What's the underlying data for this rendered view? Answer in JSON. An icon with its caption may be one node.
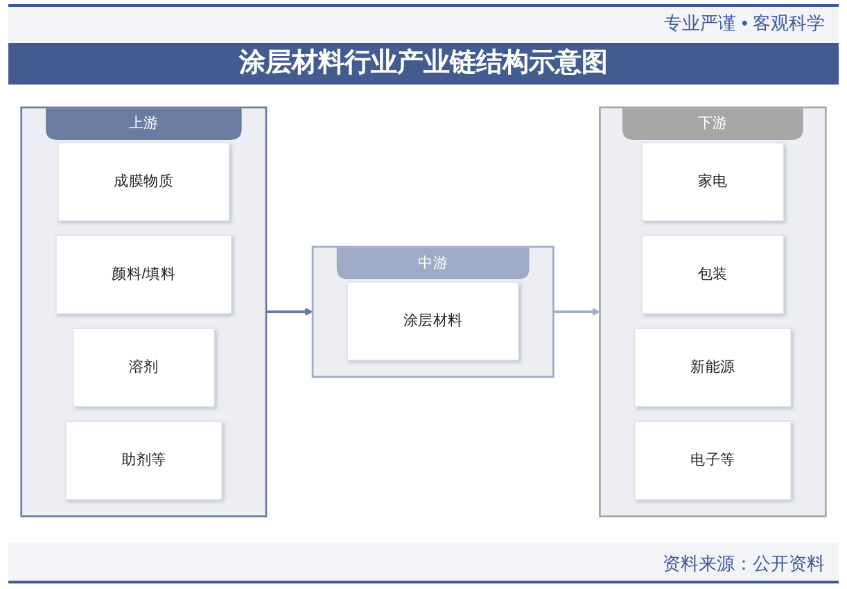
{
  "diagram": {
    "title": "涂层材料行业产业链结构示意图",
    "nodes": [
      {
        "text": [
          "上游"
        ]
      },
      {
        "text": [
          "成膜物质"
        ],
        "in": 0
      },
      {
        "text": [
          "颜料/填料"
        ],
        "in": 0
      },
      {
        "text": [
          "溶剂"
        ],
        "in": 0
      },
      {
        "text": [
          "助剂等"
        ],
        "in": 0
      },
      {
        "text": [
          "中游"
        ]
      },
      {
        "text": [
          "涂层材料"
        ],
        "in": 5
      },
      {
        "text": [
          "下游"
        ]
      },
      {
        "text": [
          "家电"
        ],
        "in": 7
      },
      {
        "text": [
          "包装"
        ],
        "in": 7
      },
      {
        "text": [
          "新能源"
        ],
        "in": 7
      },
      {
        "text": [
          "电子等"
        ],
        "in": 7
      }
    ],
    "edges": [
      {
        "from": 0,
        "to": 5,
        "arrow": "to",
        "color": "#6a7ca6"
      },
      {
        "from": 5,
        "to": 7,
        "arrow": "to",
        "color": "#a3b0cb"
      }
    ],
    "labels": [
      "专业严谨 • 客观科学",
      "资料来源：公开资料"
    ]
  }
}
